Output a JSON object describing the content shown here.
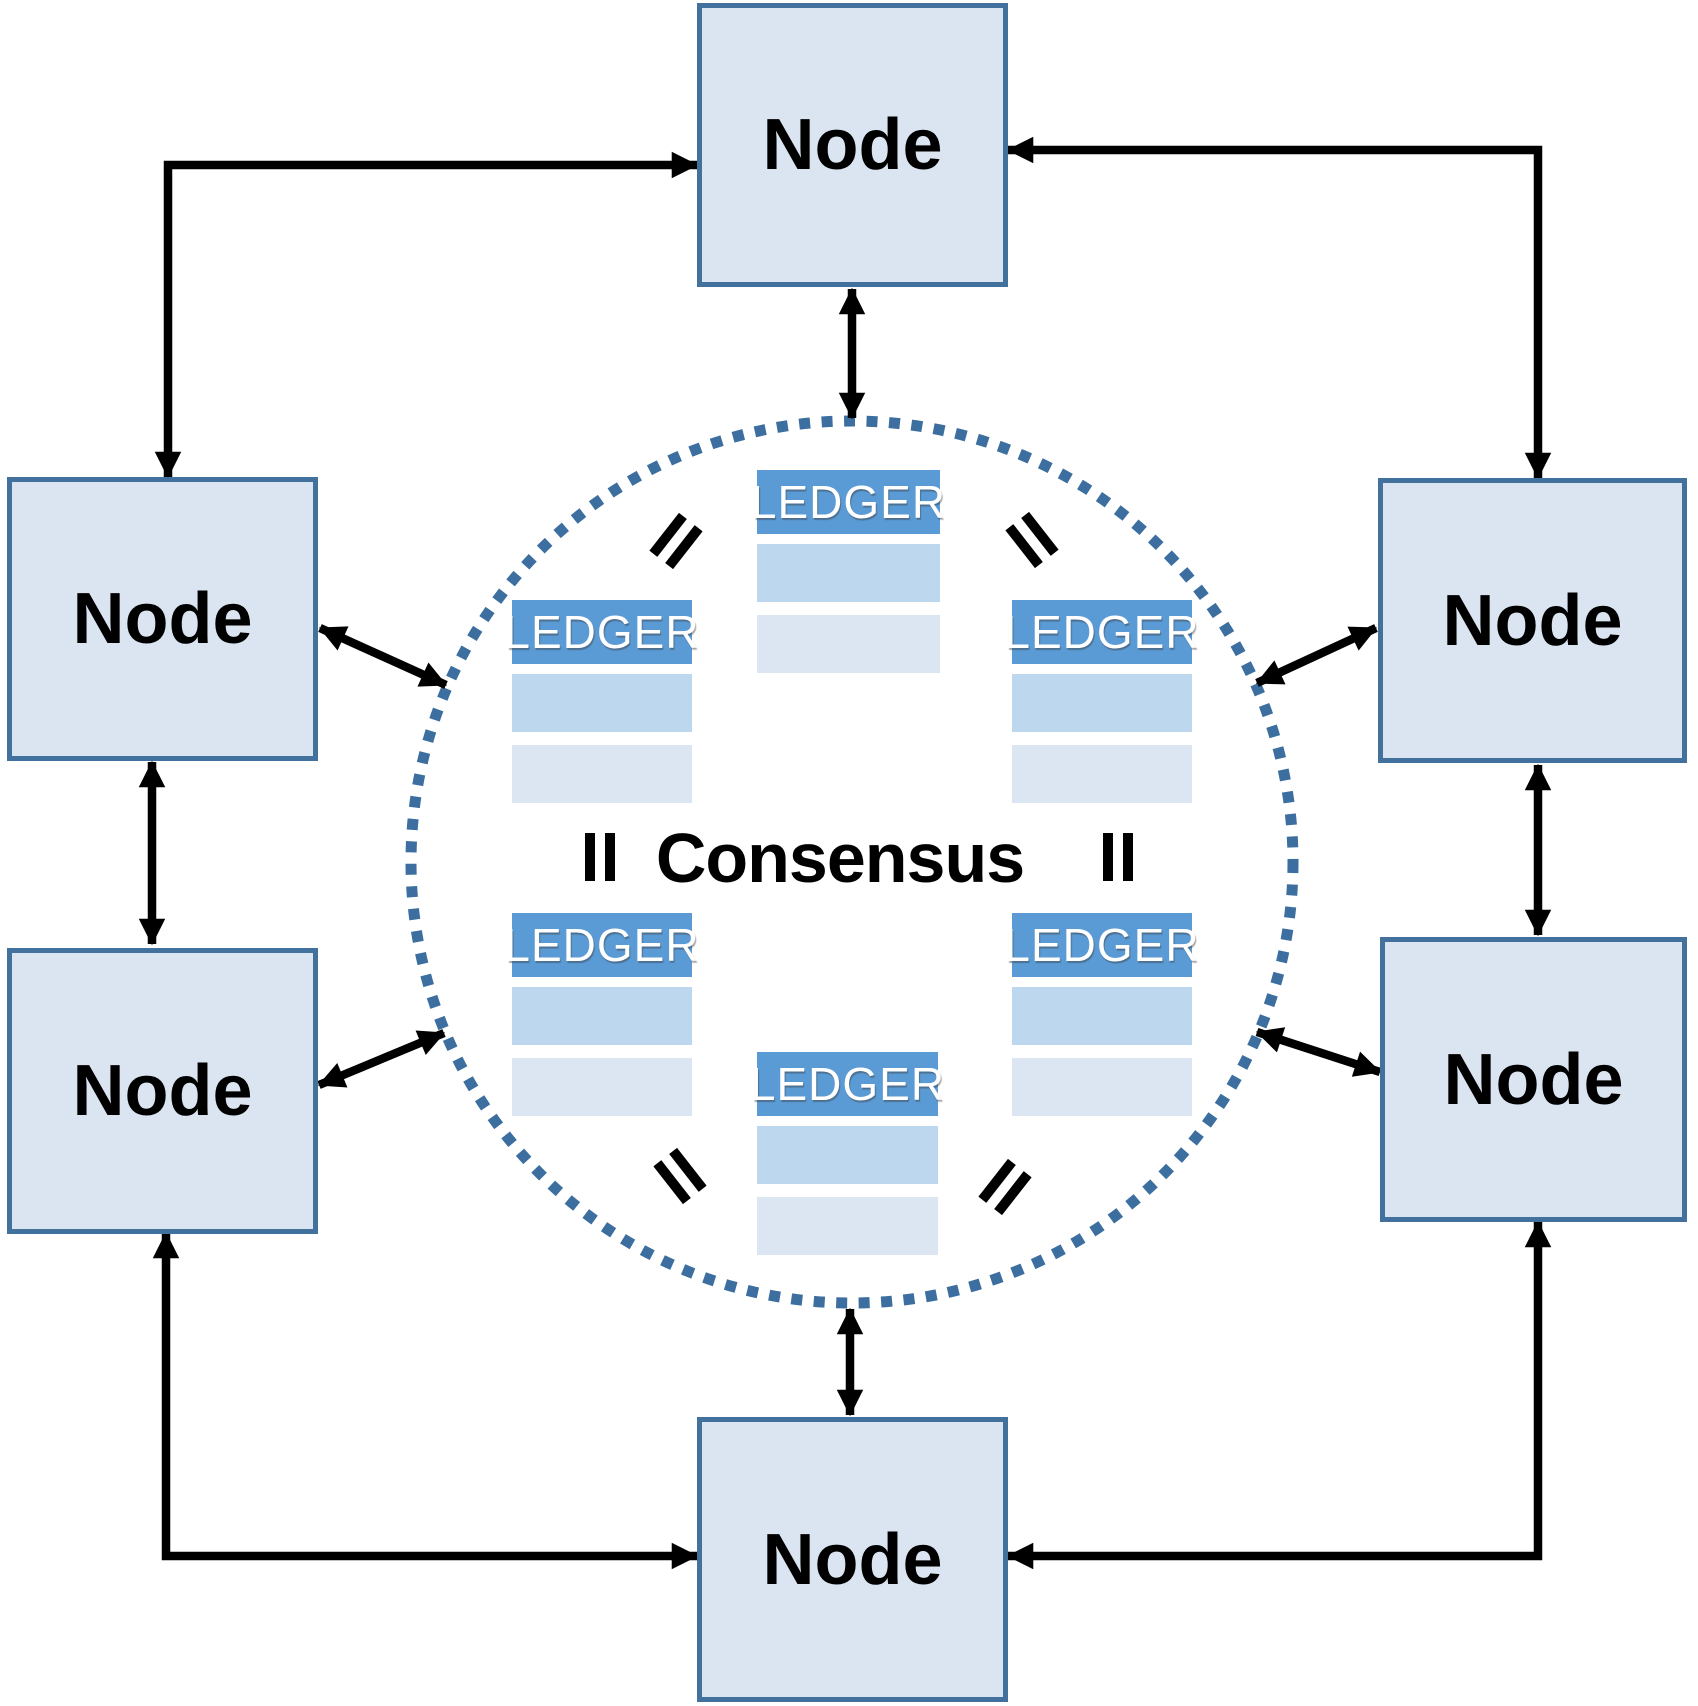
{
  "diagram": {
    "title_center": "Consensus",
    "nodes": [
      {
        "id": "top",
        "label": "Node"
      },
      {
        "id": "left-top",
        "label": "Node"
      },
      {
        "id": "left-bottom",
        "label": "Node"
      },
      {
        "id": "right-top",
        "label": "Node"
      },
      {
        "id": "right-bottom",
        "label": "Node"
      },
      {
        "id": "bottom",
        "label": "Node"
      }
    ],
    "ledgers": [
      {
        "id": "top-center",
        "label": "LEDGER",
        "rows": 2
      },
      {
        "id": "upper-left",
        "label": "LEDGER",
        "rows": 2
      },
      {
        "id": "upper-right",
        "label": "LEDGER",
        "rows": 2
      },
      {
        "id": "lower-left",
        "label": "LEDGER",
        "rows": 2
      },
      {
        "id": "lower-right",
        "label": "LEDGER",
        "rows": 2
      },
      {
        "id": "bottom-center",
        "label": "LEDGER",
        "rows": 2
      }
    ],
    "equivalence_marks": 6,
    "connections": [
      "top-node <-> consensus-circle",
      "bottom-node <-> consensus-circle",
      "left-top-node <-> consensus-circle",
      "left-bottom-node <-> consensus-circle",
      "right-top-node <-> consensus-circle",
      "right-bottom-node <-> consensus-circle",
      "top-node <-> left-top-node (elbow)",
      "top-node <-> right-top-node (elbow)",
      "bottom-node <-> left-bottom-node (elbow)",
      "bottom-node <-> right-bottom-node (elbow)",
      "left-top-node <-> left-bottom-node",
      "right-top-node <-> right-bottom-node"
    ],
    "colors": {
      "node_fill": "#dbe5f1",
      "node_border": "#41719c",
      "ledger_header": "#5b9bd5",
      "ledger_row_medium": "#bdd7ee",
      "ledger_row_light": "#dce6f2",
      "circle_dots": "#3c6e9f",
      "arrows": "#000000",
      "text": "#000000"
    }
  }
}
